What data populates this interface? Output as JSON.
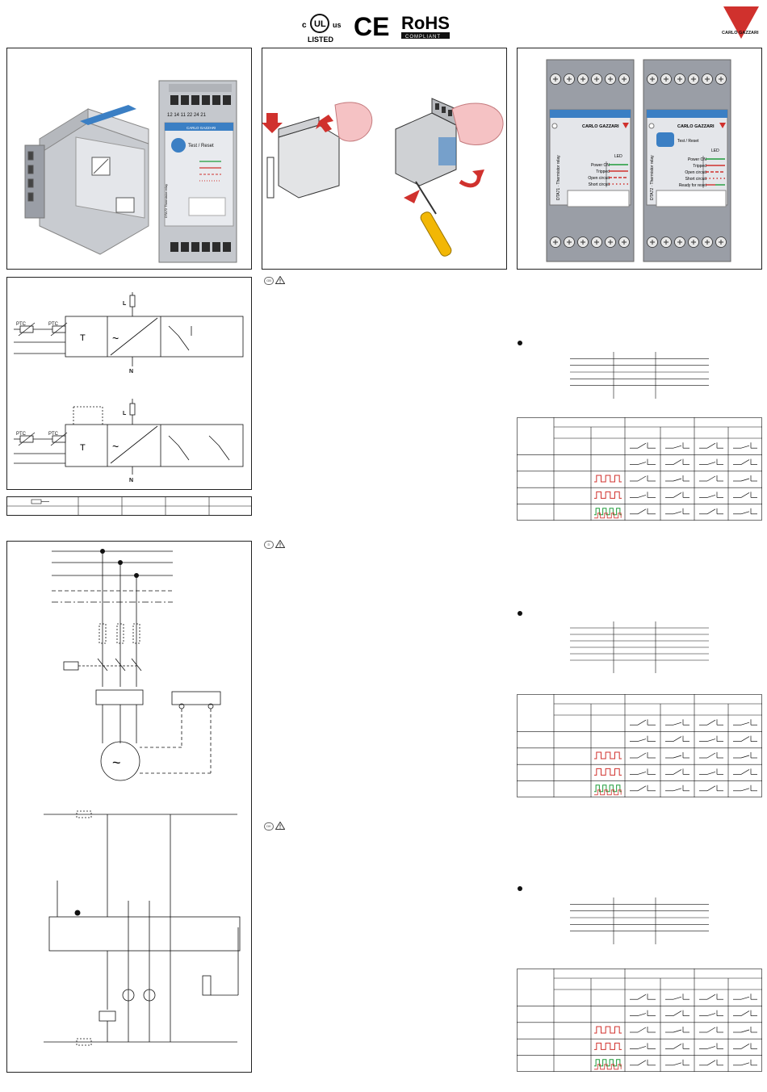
{
  "header": {
    "ul_c": "c",
    "ul_mark": "UL",
    "ul_us": "us",
    "ul_listed": "LISTED",
    "ce_mark": "CE",
    "rohs_mark": "RoHS",
    "rohs_sub": "COMPLIANT",
    "brand_logo_text": "CARLO GAZZARI"
  },
  "front_panels": [
    {
      "brand": "CARLO GAZZARI",
      "side_label": "DTA71 · Thermistor relay",
      "led_header": "LED",
      "leds": [
        {
          "label": "Power ON",
          "style": "green-solid"
        },
        {
          "label": "Tripped",
          "style": "red-solid"
        },
        {
          "label": "Open circuit",
          "style": "red-dashed"
        },
        {
          "label": "Short circuit",
          "style": "red-dotted"
        }
      ]
    },
    {
      "brand": "CARLO GAZZARI",
      "button_label": "Test / Reset",
      "side_label": "DTA72 · Thermistor relay",
      "led_header": "LED",
      "leds": [
        {
          "label": "Power ON",
          "style": "green-solid"
        },
        {
          "label": "Tripped",
          "style": "red-solid"
        },
        {
          "label": "Open circuit",
          "style": "red-dashed"
        },
        {
          "label": "Short circuit",
          "style": "red-dotted"
        },
        {
          "label": "Ready for reset",
          "style": "red-green"
        }
      ]
    }
  ],
  "product_photo": {
    "front_terminals_top": "12 14 11 22 24 21",
    "front_brand": "CARLO GAZZARI",
    "front_button": "Test / Reset",
    "side_label": "DTA72 Thermistor relay"
  },
  "wiring": {
    "labels": {
      "L": "L",
      "N": "N",
      "T": "T",
      "tilde": "~",
      "ptc1": "PTC",
      "ptc2": "PTC"
    }
  },
  "sections": [
    {
      "lang_badge": "GB"
    },
    {
      "lang_badge": "D"
    },
    {
      "lang_badge": "DK"
    }
  ],
  "colors": {
    "red": "#d0312d",
    "green": "#1f9c3a",
    "blue": "#3b7fc4",
    "panel_grey": "#9a9ea6"
  }
}
